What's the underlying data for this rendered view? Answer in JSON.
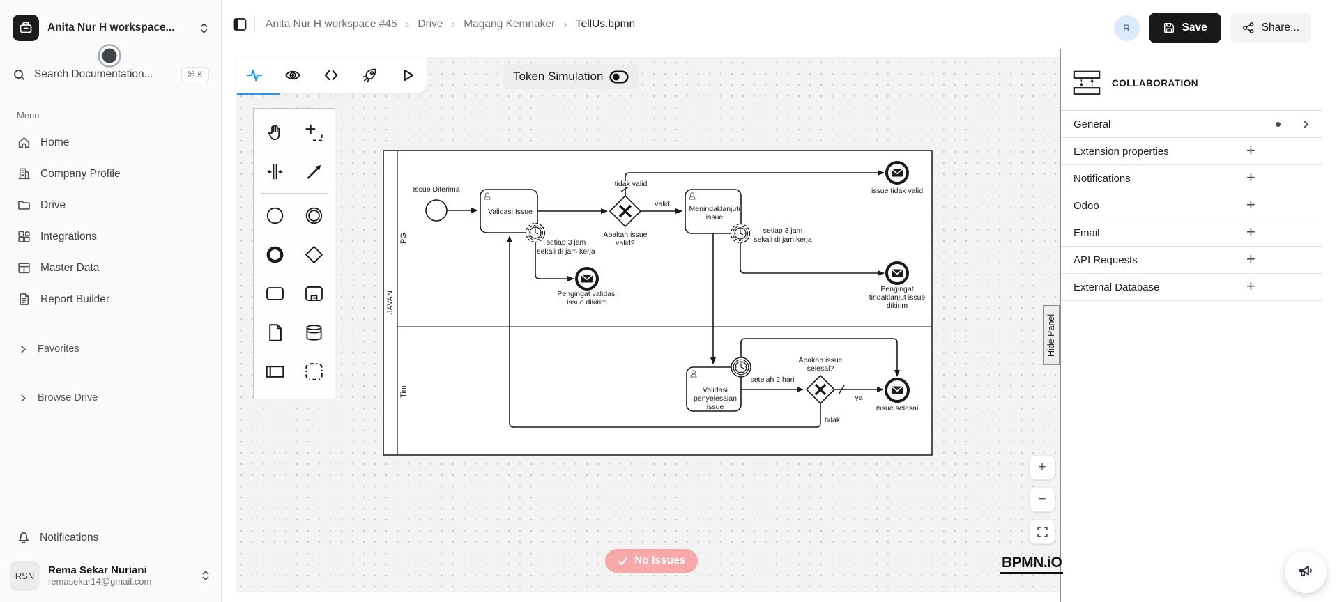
{
  "sidebar": {
    "workspace_name": "Anita Nur H workspace...",
    "search_placeholder": "Search Documentation...",
    "search_shortcut": "⌘ K",
    "menu_label": "Menu",
    "items": [
      "Home",
      "Company Profile",
      "Drive",
      "Integrations",
      "Master Data",
      "Report Builder"
    ],
    "favorites_label": "Favorites",
    "browse_drive_label": "Browse Drive",
    "notifications_label": "Notifications",
    "user": {
      "initials": "RSN",
      "name": "Rema Sekar Nuriani",
      "email": "remasekar14@gmail.com"
    }
  },
  "topbar": {
    "breadcrumb": [
      "Anita Nur H workspace #45",
      "Drive",
      "Magang Kemnaker",
      "TellUs.bpmn"
    ],
    "avatar_initial": "R",
    "save_label": "Save",
    "share_label": "Share..."
  },
  "editor": {
    "token_simulation_label": "Token Simulation",
    "no_issues_label": "No Issues",
    "hide_panel_label": "Hide Panel",
    "logo": "BPMN.iO",
    "zoom_in": "+",
    "zoom_out": "−"
  },
  "properties_panel": {
    "title": "COLLABORATION",
    "sections": [
      {
        "label": "General"
      },
      {
        "label": "Extension properties",
        "action": "+"
      },
      {
        "label": "Notifications",
        "action": "+"
      },
      {
        "label": "Odoo",
        "action": "+"
      },
      {
        "label": "Email",
        "action": "+"
      },
      {
        "label": "API Requests",
        "action": "+"
      },
      {
        "label": "External Database",
        "action": "+"
      }
    ]
  },
  "diagram": {
    "pool": "JAVAN",
    "lane_top": "PG",
    "lane_bottom": "Tim",
    "start_event": "Issue Diterima",
    "task1": "Validasi Issue",
    "gw1_line1": "Apakah issue",
    "gw1_line2": "valid?",
    "flow_valid": "valid",
    "flow_tidak_valid": "tidak valid",
    "timer1_line1": "setiap 3 jam",
    "timer1_line2": "sekali di jam kerja",
    "end1_line1": "Pengingat validasi",
    "end1_line2": "issue dikirim",
    "task2_line1": "Menindaklanjuti",
    "task2_line2": "issue",
    "timer2_line1": "setiap 3 jam",
    "timer2_line2": "sekali di jam kerja",
    "end2": "issue tidak valid",
    "end3_line1": "Pengingat",
    "end3_line2": "tindaklanjut issue",
    "end3_line3": "dikirim",
    "task3_line1": "Validasi",
    "task3_line2": "penyelesaian",
    "task3_line3": "issue",
    "timer3": "setelah 2 hari",
    "gw2_line1": "Apakah issue",
    "gw2_line2": "selesai?",
    "flow_ya": "ya",
    "flow_tidak": "tidak",
    "end4": "Issue selesai"
  },
  "colors": {
    "accent_blue": "#2196F3",
    "save_button": "#18181B",
    "no_issues_pink": "#F7A8A8",
    "avatar_blue": "#DBEAFE"
  }
}
